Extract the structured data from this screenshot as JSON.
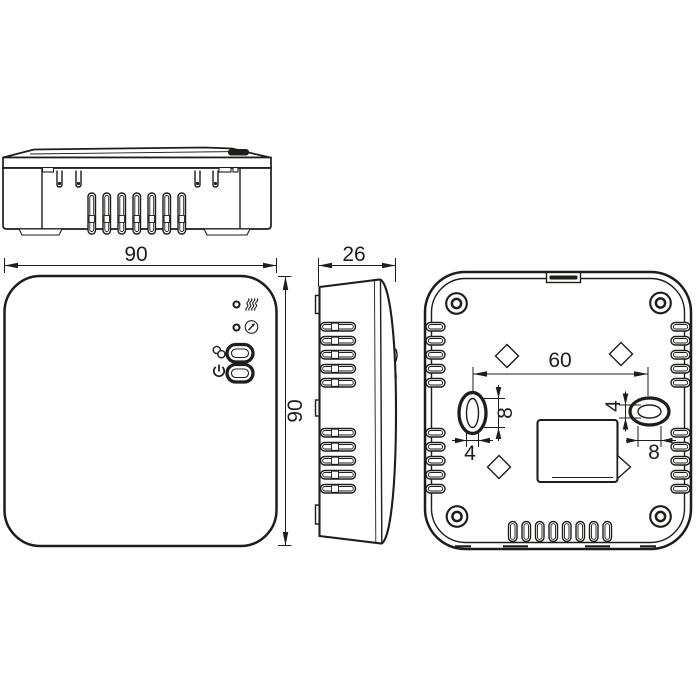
{
  "drawing": {
    "dims": {
      "front_width": "90",
      "front_height": "90",
      "side_depth": "26",
      "hole_spacing": "60",
      "left_hole_height": "8",
      "left_hole_width": "4",
      "right_hole_height": "4",
      "right_hole_width": "8"
    },
    "front_panel": {
      "led_top_symbol": "heating-waves-icon",
      "led_bottom_symbol": "override-arrow-icon",
      "button_top_symbol": "link-pair-icon",
      "button_bottom_symbol": "power-icon"
    },
    "colors": {
      "line": "#1d1d1b",
      "background": "#ffffff"
    }
  }
}
